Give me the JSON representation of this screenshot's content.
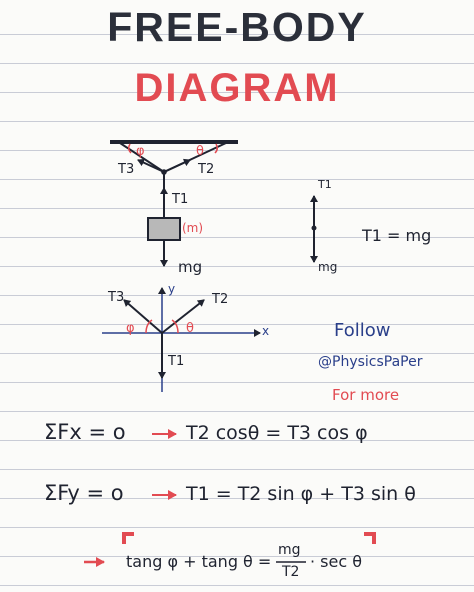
{
  "title": {
    "line1": "FREE-BODY",
    "line2": "DIAGRAM"
  },
  "diagram_top": {
    "angle_left": "φ",
    "angle_right": "θ",
    "t3": "T3",
    "t2": "T2",
    "t1": "T1",
    "mass": "(m)",
    "weight": "mg"
  },
  "diagram_right": {
    "t1": "T1",
    "weight": "mg",
    "equation": "T1 = mg"
  },
  "diagram_axes": {
    "y_axis": "y",
    "x_axis": "x",
    "t3": "T3",
    "t2": "T2",
    "phi": "φ",
    "theta": "θ",
    "t1": "T1"
  },
  "follow": {
    "line1": "Follow",
    "handle": "@PhysicsPaPer",
    "line3": "For more"
  },
  "equations": {
    "sum_fx_lhs": "ΣFx = o",
    "sum_fx_rhs": "T2 cosθ = T3 cos φ",
    "sum_fy_lhs": "ΣFy = o",
    "sum_fy_rhs": "T1 = T2 sin φ + T3 sin θ",
    "final_lhs": "tang φ + tang θ =",
    "final_num": "mg",
    "final_den": "T2",
    "final_tail": "· sec θ"
  },
  "colors": {
    "ink": "#1f2330",
    "accent_red": "#e24b52",
    "blue_ink": "#2a3f8a",
    "rule_lines": "#c9ccd6"
  }
}
